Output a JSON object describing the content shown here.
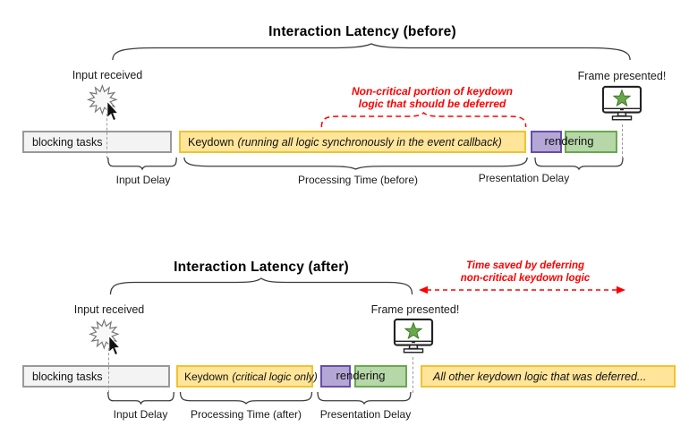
{
  "diagram": {
    "before": {
      "title": "Interaction Latency (before)",
      "input_received_label": "Input received",
      "frame_presented_label": "Frame presented!",
      "note_line1": "Non-critical portion of keydown",
      "note_line2": "logic that should be deferred",
      "bars": {
        "blocking": "blocking tasks",
        "keydown_name": "Keydown",
        "keydown_detail": "(running all logic synchronously in the event callback)",
        "rendering": "rendering"
      },
      "spans": {
        "input_delay": "Input Delay",
        "processing_time": "Processing Time (before)",
        "presentation_delay": "Presentation Delay"
      }
    },
    "after": {
      "title": "Interaction Latency (after)",
      "input_received_label": "Input received",
      "frame_presented_label": "Frame presented!",
      "note_line1": "Time saved by deferring",
      "note_line2": "non-critical keydown logic",
      "bars": {
        "blocking": "blocking tasks",
        "keydown_name": "Keydown",
        "keydown_detail": "(critical logic only)",
        "rendering": "rendering",
        "deferred": "All other keydown logic that was deferred..."
      },
      "spans": {
        "input_delay": "Input Delay",
        "processing_time": "Processing Time (after)",
        "presentation_delay": "Presentation Delay"
      }
    },
    "colors": {
      "task_yellow": "#ffe599",
      "task_yellow_border": "#f1c232",
      "task_purple": "#b4a7d6",
      "task_purple_border": "#674ea7",
      "task_green": "#b6d7a8",
      "task_green_border": "#6aa84f",
      "task_gray": "#f3f3f3",
      "task_gray_border": "#999999",
      "annotation_red": "#ff0000"
    }
  }
}
